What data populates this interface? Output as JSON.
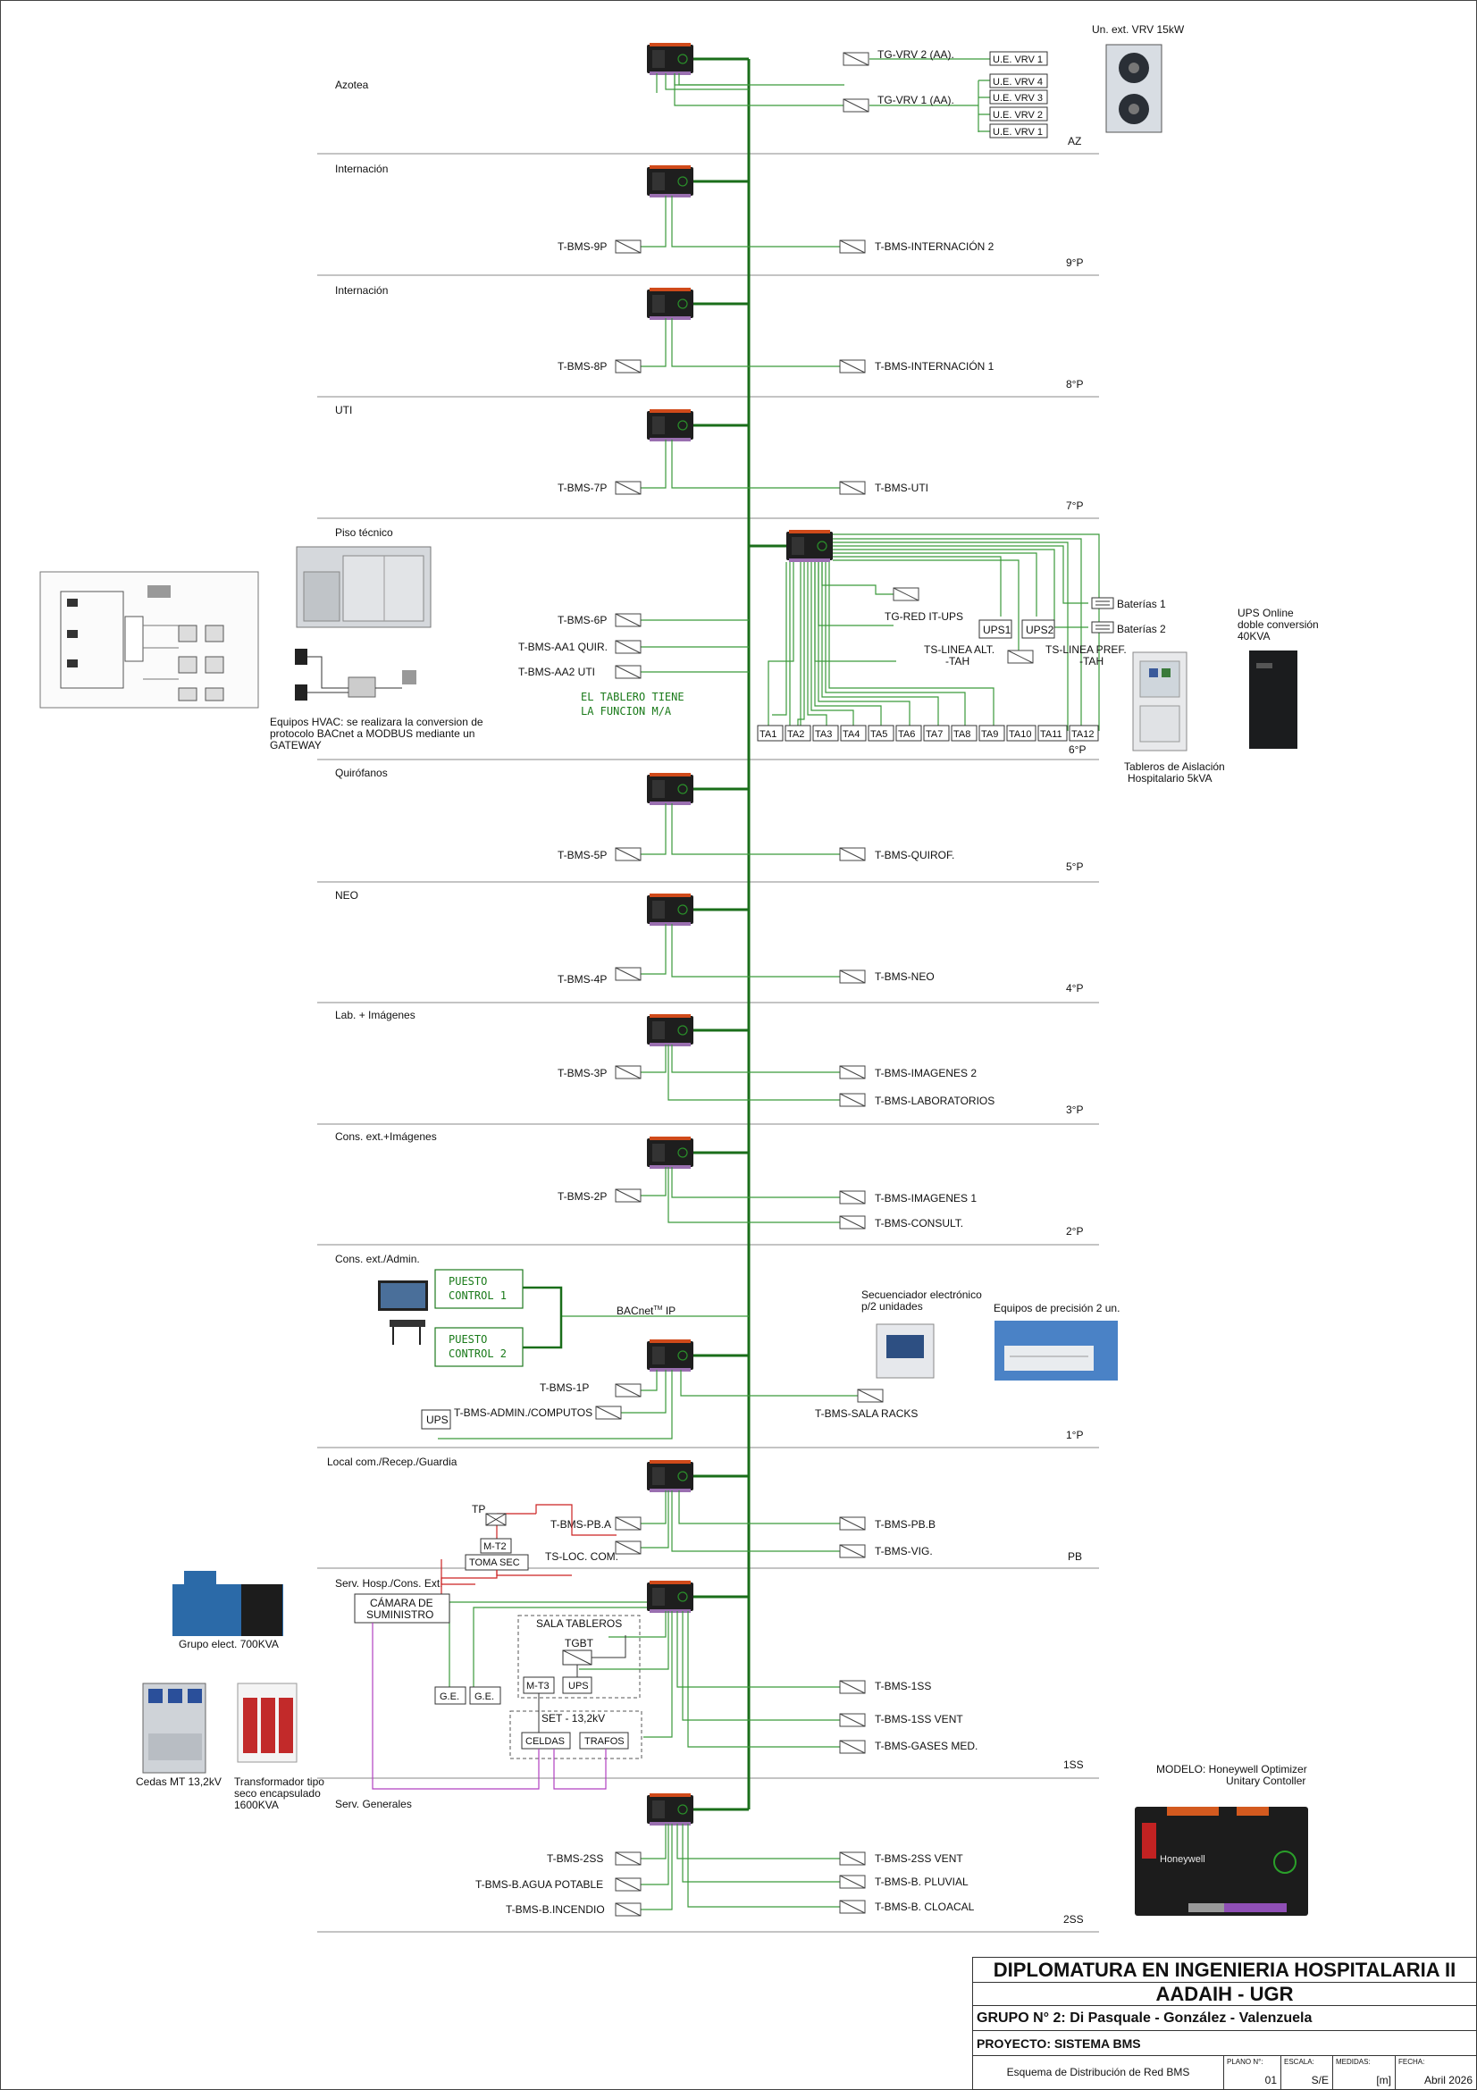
{
  "floors": [
    {
      "name": "Azotea",
      "level": "AZ"
    },
    {
      "name": "Internación",
      "level": "9°P"
    },
    {
      "name": "Internación",
      "level": "8°P"
    },
    {
      "name": "UTI",
      "level": "7°P"
    },
    {
      "name": "Piso técnico",
      "level": "6°P"
    },
    {
      "name": "Quirófanos",
      "level": "5°P"
    },
    {
      "name": "NEO",
      "level": "4°P"
    },
    {
      "name": "Lab. + Imágenes",
      "level": "3°P"
    },
    {
      "name": "Cons. ext.+Imágenes",
      "level": "2°P"
    },
    {
      "name": "Cons. ext./Admin.",
      "level": "1°P"
    },
    {
      "name": "Local com./Recep./Guardia",
      "level": "PB"
    },
    {
      "name": "Serv. Hosp./Cons. Ext.",
      "level": "1SS"
    },
    {
      "name": "Serv. Generales",
      "level": "2SS"
    }
  ],
  "azotea": {
    "tg1": "TG-VRV 2 (AA).",
    "tg2": "TG-VRV 1 (AA).",
    "ue": [
      "U.E. VRV 1",
      "U.E. VRV 4",
      "U.E. VRV 3",
      "U.E. VRV 2",
      "U.E. VRV 1"
    ],
    "photo_label": "Un. ext. VRV 15kW"
  },
  "boards": {
    "p9_left": "T-BMS-9P",
    "p9_right": "T-BMS-INTERNACIÓN 2",
    "p8_left": "T-BMS-8P",
    "p8_right": "T-BMS-INTERNACIÓN 1",
    "p7_left": "T-BMS-7P",
    "p7_right": "T-BMS-UTI",
    "p6_left1": "T-BMS-6P",
    "p6_left2": "T-BMS-AA1 QUIR.",
    "p6_left3": "T-BMS-AA2 UTI",
    "p5_left": "T-BMS-5P",
    "p5_right": "T-BMS-QUIROF.",
    "p4_left": "T-BMS-4P",
    "p4_right": "T-BMS-NEO",
    "p3_left": "T-BMS-3P",
    "p3_right1": "T-BMS-IMAGENES 2",
    "p3_right2": "T-BMS-LABORATORIOS",
    "p2_left": "T-BMS-2P",
    "p2_right1": "T-BMS-IMAGENES 1",
    "p2_right2": "T-BMS-CONSULT.",
    "p1_left1": "T-BMS-1P",
    "p1_left2": "T-BMS-ADMIN./COMPUTOS",
    "p1_right": "T-BMS-SALA RACKS",
    "pb_left1": "T-BMS-PB.A",
    "pb_left2": "TS-LOC. COM.",
    "pb_right1": "T-BMS-PB.B",
    "pb_right2": "T-BMS-VIG.",
    "s1_right1": "T-BMS-1SS",
    "s1_right2": "T-BMS-1SS VENT",
    "s1_right3": "T-BMS-GASES MED.",
    "s2_left1": "T-BMS-2SS",
    "s2_left2": "T-BMS-B.AGUA POTABLE",
    "s2_left3": "T-BMS-B.INCENDIO",
    "s2_right1": "T-BMS-2SS VENT",
    "s2_right2": "T-BMS-B. PLUVIAL",
    "s2_right3": "T-BMS-B. CLOACAL"
  },
  "p6": {
    "tg_red": "TG-RED IT-UPS",
    "ups1": "UPS1",
    "ups2": "UPS2",
    "ts_alt1": "TS-LINEA ALT.",
    "ts_alt2": "-TAH",
    "ts_pref1": "TS-LINEA PREF.",
    "ts_pref2": "-TAH",
    "bat1": "Baterías 1",
    "bat2": "Baterías 2",
    "ta": [
      "TA1",
      "TA2",
      "TA3",
      "TA4",
      "TA5",
      "TA6",
      "TA7",
      "TA8",
      "TA9",
      "TA10",
      "TA11",
      "TA12"
    ],
    "note1": "EL TABLERO TIENE",
    "note2": "LA FUNCION M/A",
    "hvac1": "Equipos HVAC: se realizara la conversion de",
    "hvac2": "protocolo BACnet a MODBUS mediante un",
    "hvac3": "GATEWAY",
    "aisl1": "Tableros de Aislación",
    "aisl2": "Hospitalario 5kVA",
    "ups_online1": "UPS Online",
    "ups_online2": "doble conversión",
    "ups_online3": "40KVA"
  },
  "p1": {
    "puesto1a": "PUESTO",
    "puesto1b": "CONTROL  1",
    "puesto2a": "PUESTO",
    "puesto2b": "CONTROL  2",
    "bacnet": "BACnet",
    "bacnet_sup": "TM",
    "bacnet_ip": "IP",
    "ups": "UPS",
    "sec1": "Secuenciador electrónico",
    "sec2": "p/2 unidades",
    "prec": "Equipos de precisión 2 un."
  },
  "pb": {
    "tp": "TP",
    "mt2": "M-T2",
    "toma": "TOMA SEC"
  },
  "s1": {
    "camara1": "CÁMARA DE",
    "camara2": "SUMINISTRO",
    "sala": "SALA TABLEROS",
    "tgbt": "TGBT",
    "ups": "UPS",
    "mt3": "M-T3",
    "ge1": "G.E.",
    "ge2": "G.E.",
    "set": "SET - 13,2kV",
    "celdas": "CELDAS",
    "trafos": "TRAFOS",
    "grupo": "Grupo elect. 700KVA",
    "cedas": "Cedas MT 13,2kV",
    "trafo1": "Transformador tipo",
    "trafo2": "seco encapsulado",
    "trafo3": "1600KVA"
  },
  "model": {
    "l1": "MODELO: Honeywell Optimizer",
    "l2": "Unitary Contoller",
    "brand": "Honeywell"
  },
  "titleblock": {
    "line1": "DIPLOMATURA EN INGENIERIA HOSPITALARIA II",
    "line2": "AADAIH - UGR",
    "line3": "GRUPO N° 2: Di Pasquale - González - Valenzuela",
    "line4": "PROYECTO: SISTEMA BMS",
    "desc": "Esquema de Distribución de Red BMS",
    "plano_label": "PLANO N°:",
    "plano": "01",
    "escala_label": "ESCALA:",
    "escala": "S/E",
    "medidas_label": "MEDIDAS:",
    "medidas": "[m]",
    "fecha_label": "FECHA:",
    "fecha": "Abril 2026"
  },
  "colors": {
    "network": "#1f7a1f",
    "bus": "#1a6e1a",
    "power_red": "#cc2222",
    "power_violet": "#b040c0",
    "controller": "#222222"
  }
}
